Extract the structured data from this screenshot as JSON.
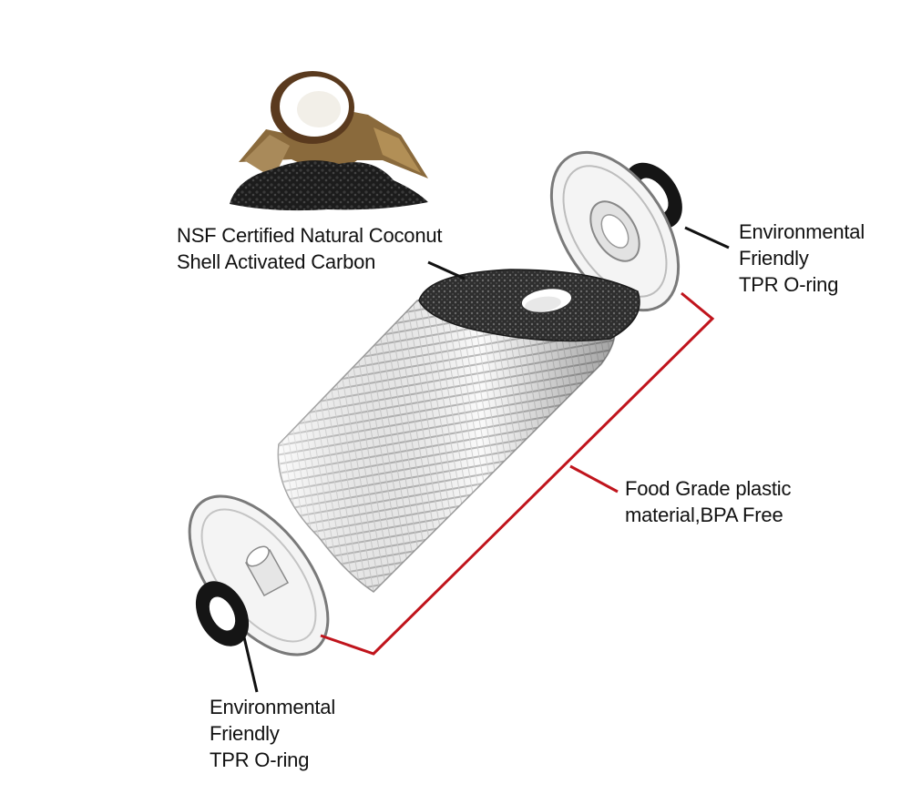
{
  "labels": {
    "carbon": {
      "line1": "NSF Certified Natural Coconut",
      "line2": "Shell Activated Carbon"
    },
    "oring_top": {
      "line1": "Environmental",
      "line2": "Friendly",
      "line3": "TPR O-ring"
    },
    "plastic": {
      "line1": "Food Grade plastic",
      "line2": "material,BPA Free"
    },
    "oring_bottom": {
      "line1": "Environmental",
      "line2": "Friendly",
      "line3": "TPR O-ring"
    }
  },
  "colors": {
    "bracket": "#c0141c",
    "leader": "#111111",
    "oring": "#151515",
    "carbon": "#2a2a2a",
    "endcap": "#f4f4f4"
  }
}
